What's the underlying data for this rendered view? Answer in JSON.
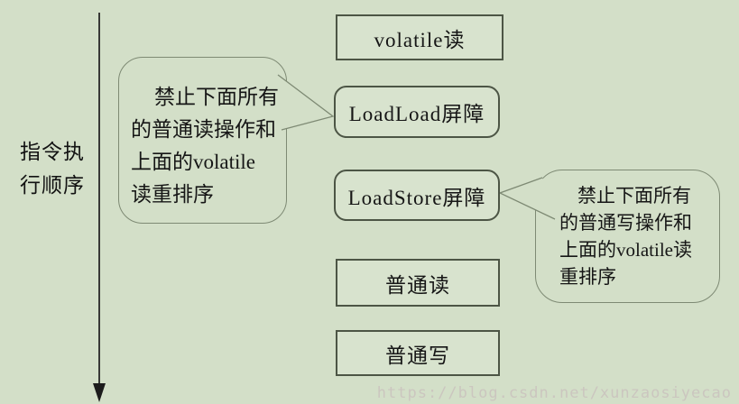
{
  "diagram": {
    "topic": "volatile read memory barrier instruction ordering",
    "execution_order_label": {
      "lines": [
        "指令执",
        "行顺序"
      ],
      "full_text": "指令执行顺序"
    },
    "boxes": [
      {
        "label": "volatile读",
        "shape": "rect"
      },
      {
        "label": "LoadLoad屏障",
        "shape": "rounded"
      },
      {
        "label": "LoadStore屏障",
        "shape": "rounded"
      },
      {
        "label": "普通读",
        "shape": "rect"
      },
      {
        "label": "普通写",
        "shape": "rect"
      }
    ],
    "callouts": {
      "left": {
        "points_to": "LoadLoad屏障",
        "lines": [
          "禁止下面所有",
          "的普通读操作和",
          "上面的volatile",
          "读重排序"
        ],
        "full_text": "禁止下面所有的普通读操作和上面的volatile读重排序"
      },
      "right": {
        "points_to": "LoadStore屏障",
        "lines": [
          "禁止下面所有",
          "的普通写操作和",
          "上面的volatile读",
          "重排序"
        ],
        "full_text": "禁止下面所有的普通写操作和上面的volatile读重排序"
      }
    },
    "watermark": "https://blog.csdn.net/xunzaosiyecao",
    "colors": {
      "background": "#d3dfc8",
      "box_fill": "#d8e3ce",
      "box_border": "#4c5545",
      "bubble_border": "#7e8a74",
      "arrow": "#1c1c1c",
      "text": "#161616",
      "watermark_text": "#cbc6bf"
    }
  }
}
